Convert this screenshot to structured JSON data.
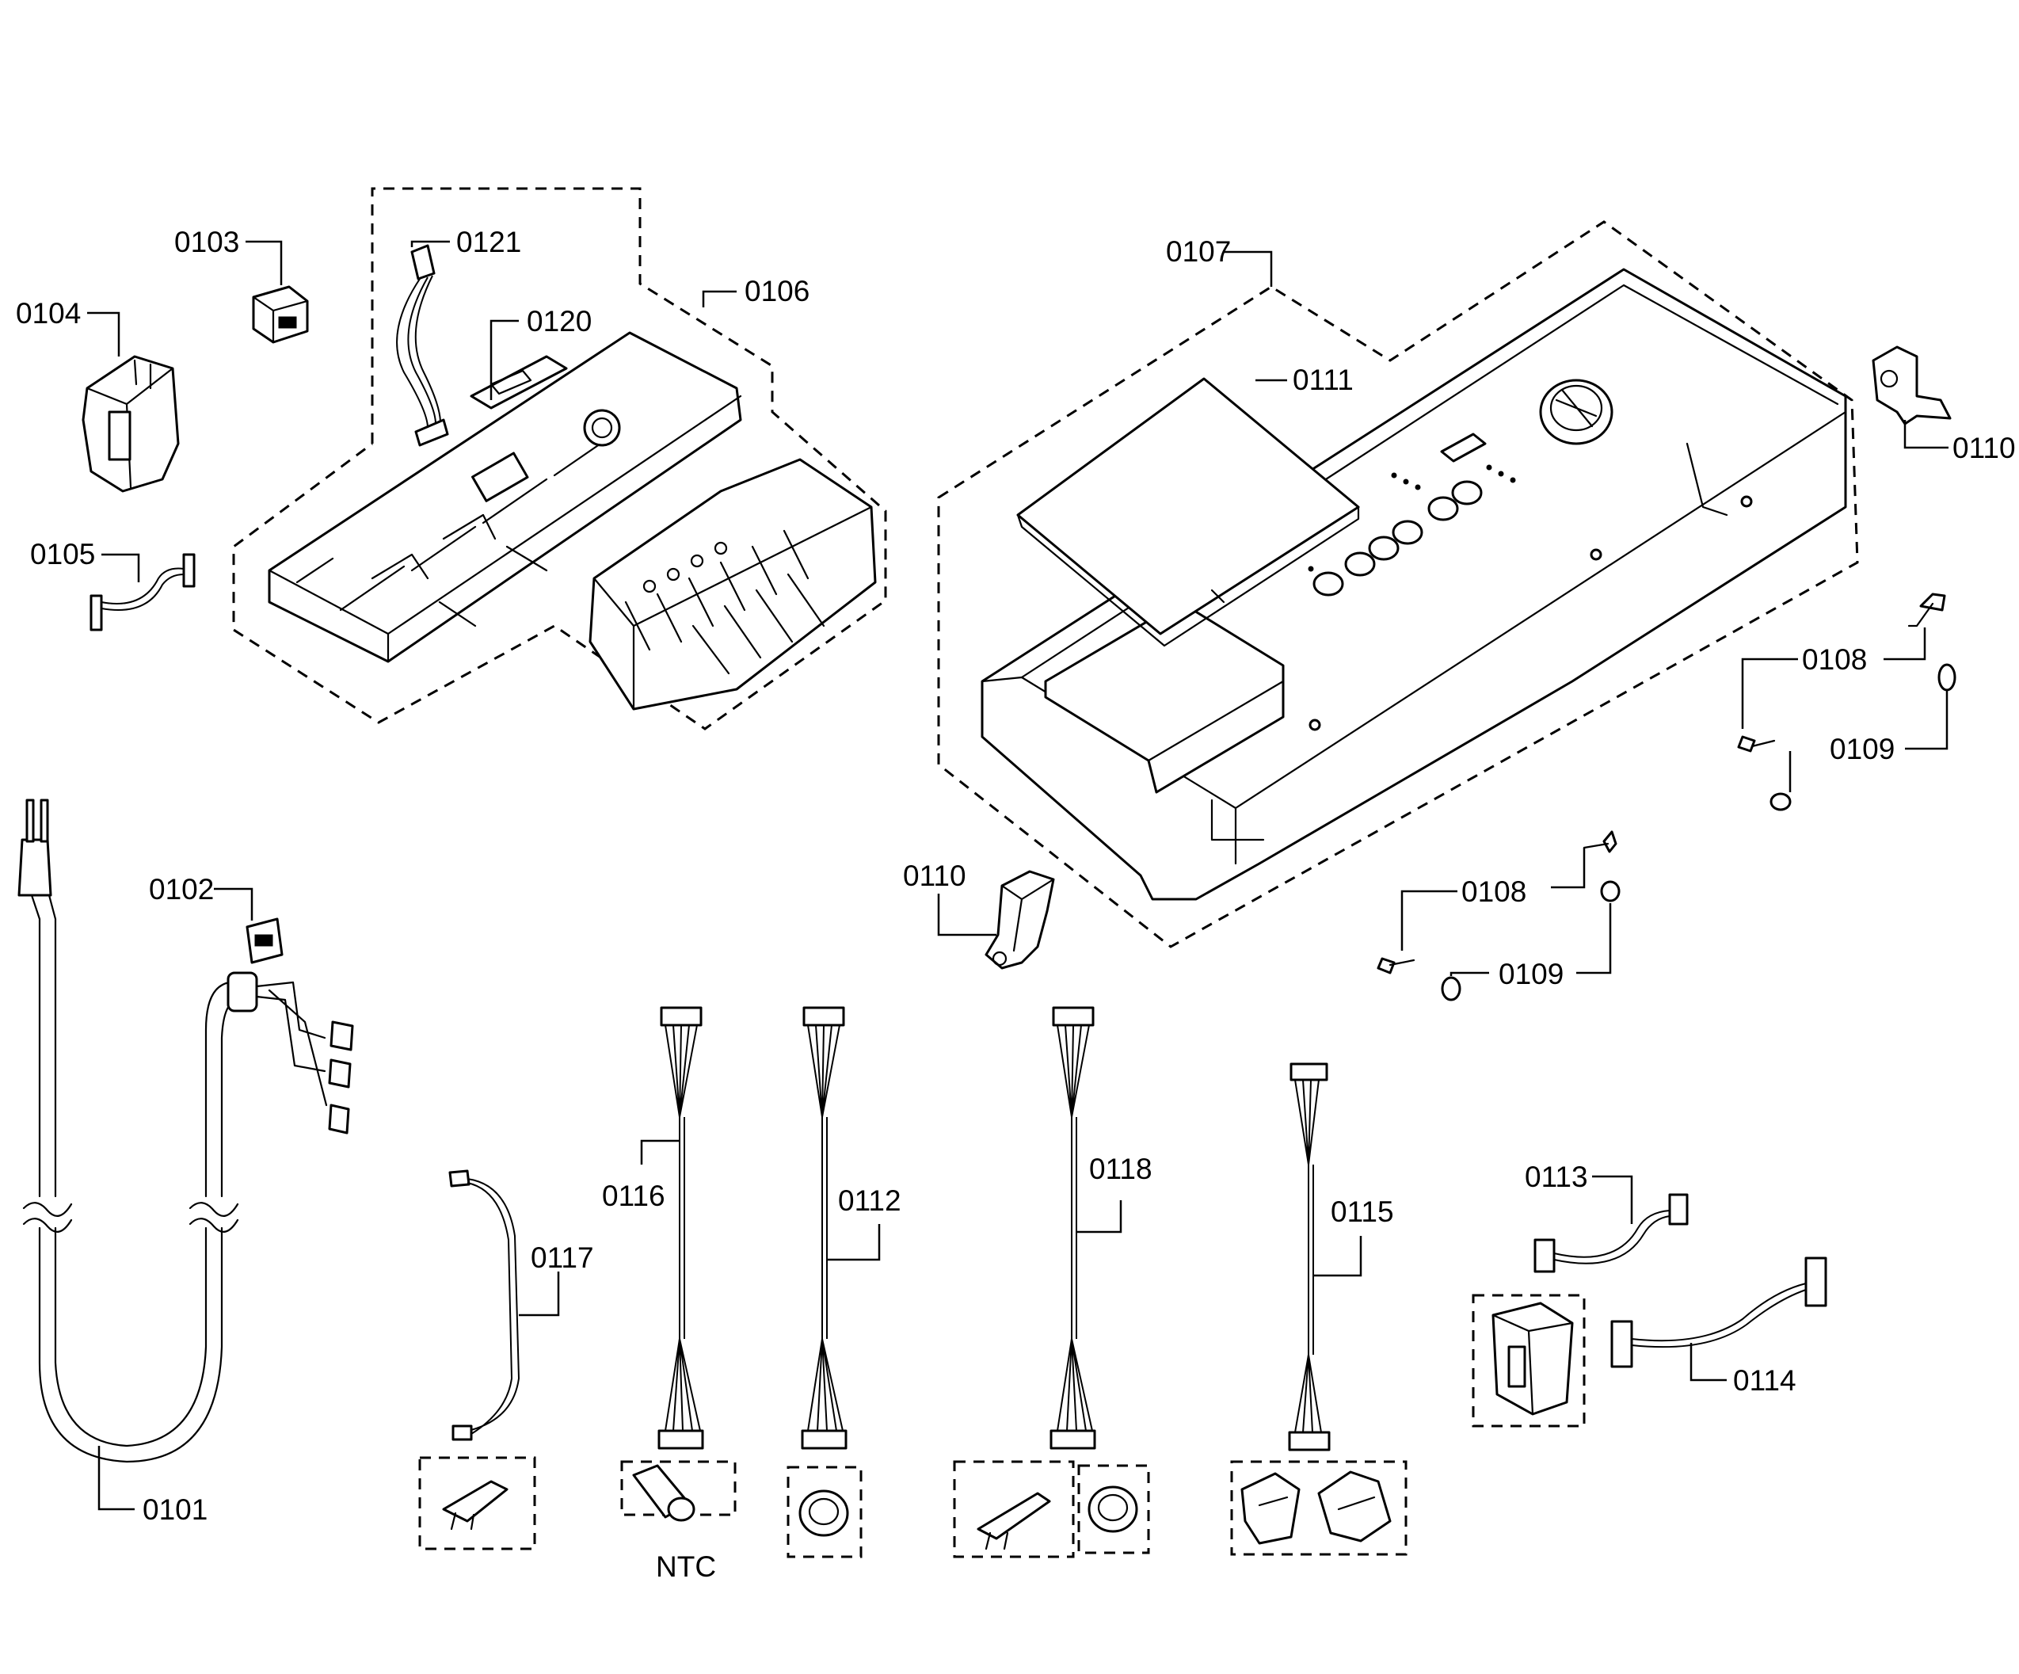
{
  "callouts": {
    "c0101": "0101",
    "c0102": "0102",
    "c0103": "0103",
    "c0104": "0104",
    "c0105": "0105",
    "c0106": "0106",
    "c0107": "0107",
    "c0108a": "0108",
    "c0108b": "0108",
    "c0109a": "0109",
    "c0109b": "0109",
    "c0110a": "0110",
    "c0110b": "0110",
    "c0111": "0111",
    "c0112": "0112",
    "c0113": "0113",
    "c0114": "0114",
    "c0115": "0115",
    "c0116": "0116",
    "c0117": "0117",
    "c0118": "0118",
    "c0120": "0120",
    "c0121": "0121"
  },
  "notes": {
    "ntc": "NTC"
  }
}
